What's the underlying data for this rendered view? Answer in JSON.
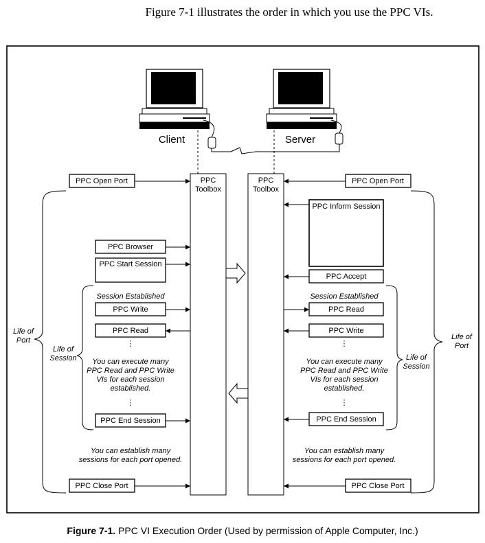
{
  "intro_text": "Figure 7-1 illustrates the order in which you use the PPC VIs.",
  "caption": {
    "number": "Figure 7-1.",
    "text": "PPC VI Execution Order (Used by permission of Apple Computer, Inc.)"
  },
  "computers": {
    "client": "Client",
    "server": "Server"
  },
  "toolbox": {
    "line1": "PPC",
    "line2": "Toolbox"
  },
  "client_side": {
    "open_port": "PPC Open Port",
    "browser": "PPC Browser",
    "start_session": "PPC Start Session",
    "session_established": "Session Established",
    "write": "PPC Write",
    "read": "PPC Read",
    "note_line1": "You can execute many",
    "note_line2": "PPC Read and PPC Write",
    "note_line3": "VIs for each session",
    "note_line4": "established.",
    "end_session": "PPC End Session",
    "sessions_line1": "You can establish many",
    "sessions_line2": "sessions for each port opened.",
    "close_port": "PPC Close Port",
    "life_of_port_1": "Life of",
    "life_of_port_2": "Port",
    "life_of_session_1": "Life of",
    "life_of_session_2": "Session"
  },
  "server_side": {
    "open_port": "PPC Open Port",
    "inform_session": "PPC Inform Session",
    "accept": "PPC Accept",
    "session_established": "Session Established",
    "read": "PPC Read",
    "write": "PPC Write",
    "note_line1": "You can execute many",
    "note_line2": "PPC Read and PPC Write",
    "note_line3": "VIs for each session",
    "note_line4": "established.",
    "end_session": "PPC End Session",
    "sessions_line1": "You can establish many",
    "sessions_line2": "sessions for each port opened.",
    "close_port": "PPC Close Port",
    "life_of_port_1": "Life of",
    "life_of_port_2": "Port",
    "life_of_session_1": "Life of",
    "life_of_session_2": "Session"
  }
}
